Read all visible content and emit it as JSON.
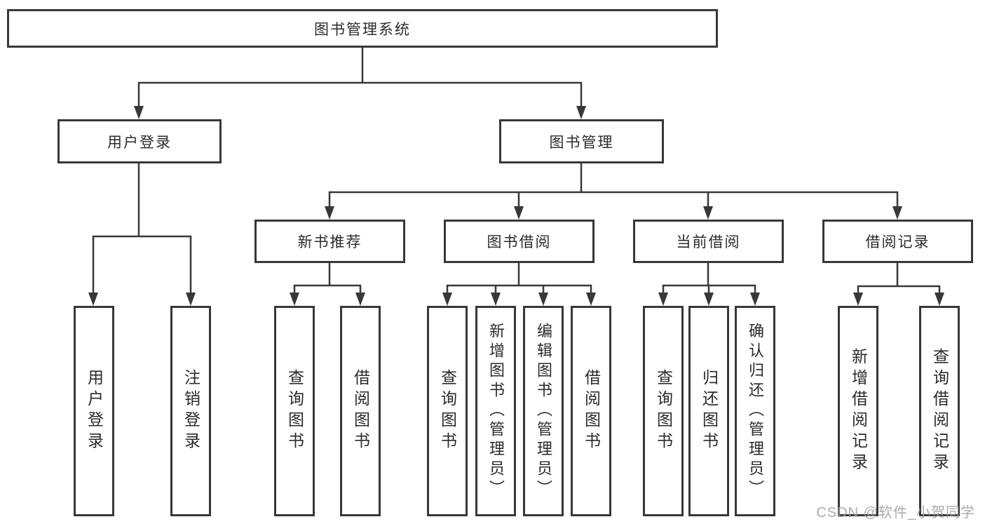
{
  "diagram": {
    "title": "图书管理系统",
    "type": "functional-structure-tree",
    "tree": {
      "label": "图书管理系统",
      "children": [
        {
          "label": "用户登录",
          "children": [
            {
              "label": "用户登录"
            },
            {
              "label": "注销登录"
            }
          ]
        },
        {
          "label": "图书管理",
          "children": [
            {
              "label": "新书推荐",
              "children": [
                {
                  "label": "查询图书"
                },
                {
                  "label": "借阅图书"
                }
              ]
            },
            {
              "label": "图书借阅",
              "children": [
                {
                  "label": "查询图书"
                },
                {
                  "label": "新增图书（管理员）"
                },
                {
                  "label": "编辑图书（管理员）"
                },
                {
                  "label": "借阅图书"
                }
              ]
            },
            {
              "label": "当前借阅",
              "children": [
                {
                  "label": "查询图书"
                },
                {
                  "label": "归还图书"
                },
                {
                  "label": "确认归还（管理员）"
                }
              ]
            },
            {
              "label": "借阅记录",
              "children": [
                {
                  "label": "新增借阅记录"
                },
                {
                  "label": "查询借阅记录"
                }
              ]
            }
          ]
        }
      ]
    }
  },
  "watermark": "CSDN @软件_小贺同学",
  "colors": {
    "line": "#383838",
    "box_border": "#383838",
    "text": "#2b2b2b",
    "watermark": "#9e9e9e",
    "background": "#ffffff"
  }
}
